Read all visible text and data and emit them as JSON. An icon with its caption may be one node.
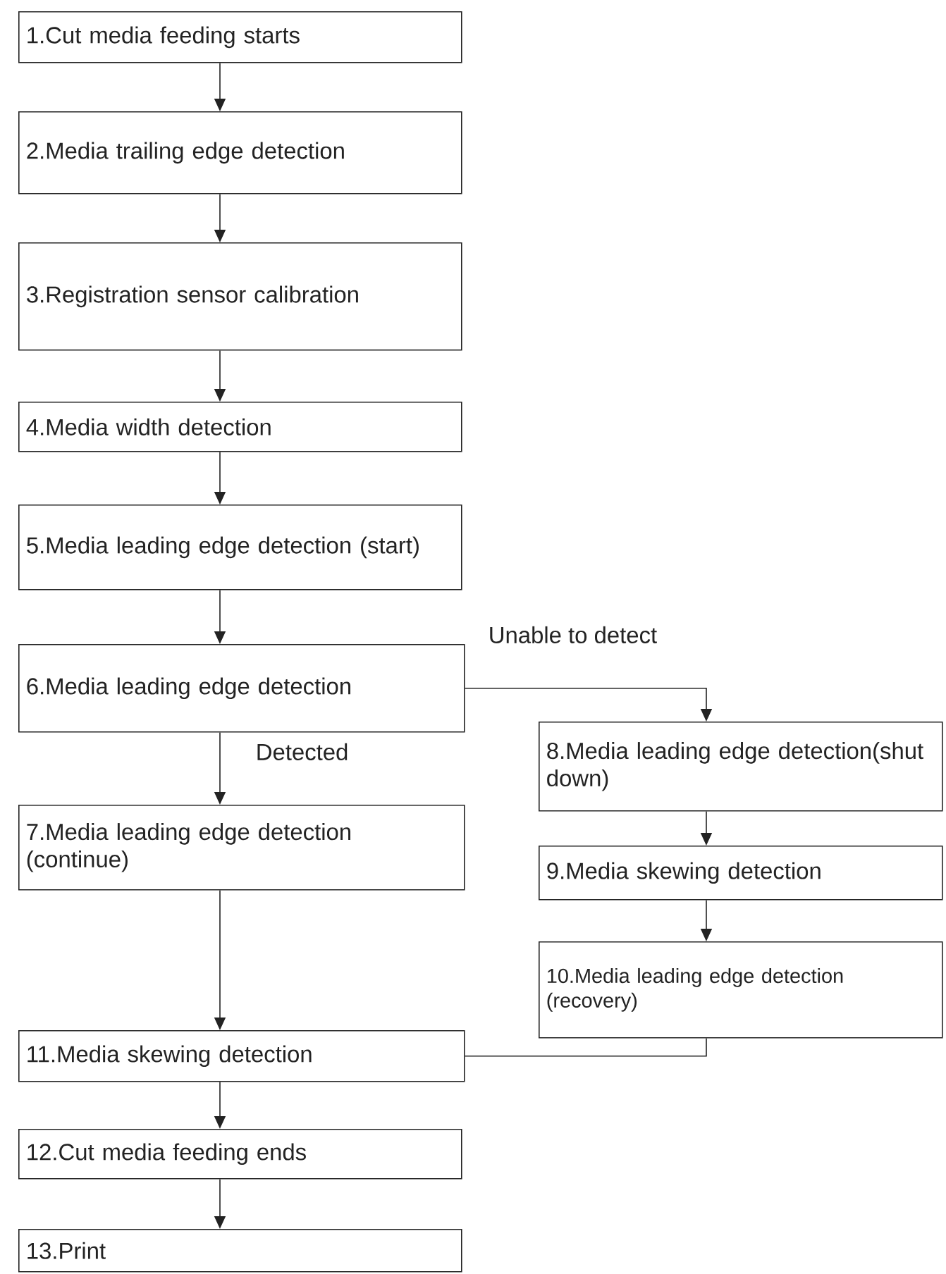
{
  "diagram": {
    "nodes": [
      {
        "text": [
          "1.Cut media feeding starts"
        ]
      },
      {
        "text": [
          "2.Media trailing edge detection"
        ]
      },
      {
        "text": [
          "3.Registration sensor calibration"
        ]
      },
      {
        "text": [
          "4.Media width detection"
        ]
      },
      {
        "text": [
          "5.Media leading edge detection (start)"
        ]
      },
      {
        "text": [
          "6.Media leading edge detection"
        ]
      },
      {
        "text": [
          "7.Media leading edge detection (continue)"
        ]
      },
      {
        "text": [
          "8.Media leading edge detection(shut down)"
        ]
      },
      {
        "text": [
          "9.Media skewing detection"
        ]
      },
      {
        "text": [
          "10.Media leading edge detection (recovery)"
        ]
      },
      {
        "text": [
          "11.Media skewing detection"
        ]
      },
      {
        "text": [
          "12.Cut media feeding ends"
        ]
      },
      {
        "text": [
          "13.Print"
        ]
      }
    ],
    "edges": [
      {
        "from": 0,
        "to": 1,
        "arrow": "to"
      },
      {
        "from": 1,
        "to": 2,
        "arrow": "to"
      },
      {
        "from": 2,
        "to": 3,
        "arrow": "to"
      },
      {
        "from": 3,
        "to": 4,
        "arrow": "to"
      },
      {
        "from": 4,
        "to": 5,
        "arrow": "to"
      },
      {
        "from": 5,
        "to": 6,
        "arrow": "to",
        "label": "Detected"
      },
      {
        "from": 5,
        "to": 7,
        "arrow": "to",
        "label": "Unable to detect"
      },
      {
        "from": 7,
        "to": 8,
        "arrow": "to"
      },
      {
        "from": 8,
        "to": 9,
        "arrow": "to"
      },
      {
        "from": 6,
        "to": 10,
        "arrow": "to"
      },
      {
        "from": 9,
        "to": 10,
        "arrow": "none"
      },
      {
        "from": 10,
        "to": 11,
        "arrow": "to"
      },
      {
        "from": 11,
        "to": 12,
        "arrow": "to"
      }
    ]
  }
}
